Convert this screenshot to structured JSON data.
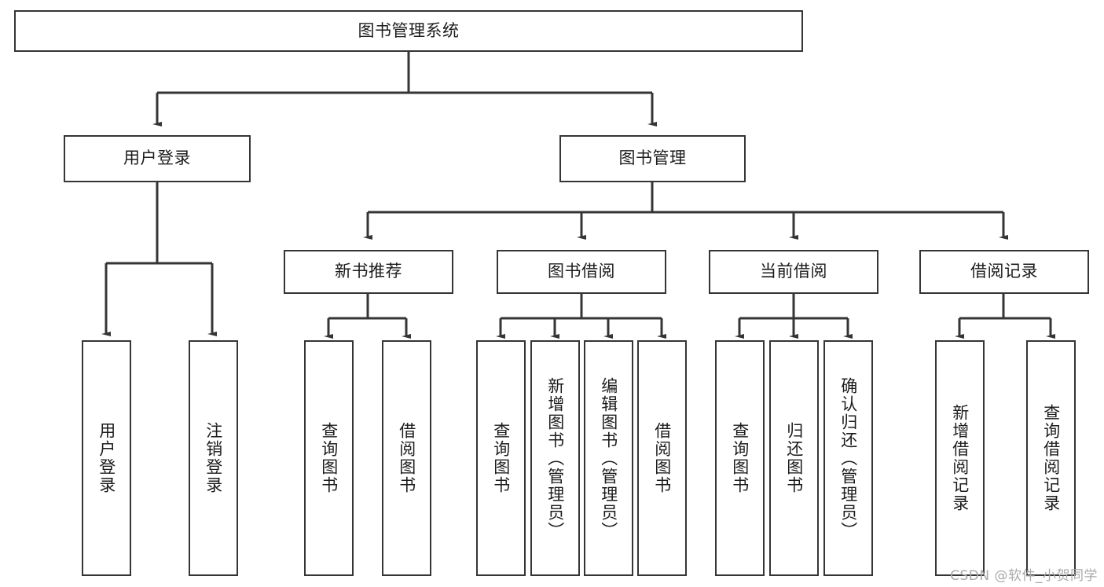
{
  "diagram": {
    "title": "图书管理系统",
    "type": "tree-hierarchy",
    "root": {
      "label": "图书管理系统"
    },
    "level2": [
      {
        "label": "用户登录"
      },
      {
        "label": "图书管理"
      }
    ],
    "level3": [
      {
        "label": "新书推荐"
      },
      {
        "label": "图书借阅"
      },
      {
        "label": "当前借阅"
      },
      {
        "label": "借阅记录"
      }
    ],
    "leaves": {
      "user_login": [
        {
          "label": "用户登录"
        },
        {
          "label": "注销登录"
        }
      ],
      "new_book_recommend": [
        {
          "label": "查询图书"
        },
        {
          "label": "借阅图书"
        }
      ],
      "book_borrow": [
        {
          "label": "查询图书"
        },
        {
          "label": "新增图书（管理员）"
        },
        {
          "label": "编辑图书（管理员）"
        },
        {
          "label": "借阅图书"
        }
      ],
      "current_borrow": [
        {
          "label": "查询图书"
        },
        {
          "label": "归还图书"
        },
        {
          "label": "确认归还（管理员）"
        }
      ],
      "borrow_record": [
        {
          "label": "新增借阅记录"
        },
        {
          "label": "查询借阅记录"
        }
      ]
    }
  },
  "watermark": {
    "text": "CSDN @软件_小贺同学"
  },
  "colors": {
    "stroke": "#353535",
    "text": "#1c1c1c",
    "background": "#ffffff",
    "watermark": "#a9a9a9"
  }
}
